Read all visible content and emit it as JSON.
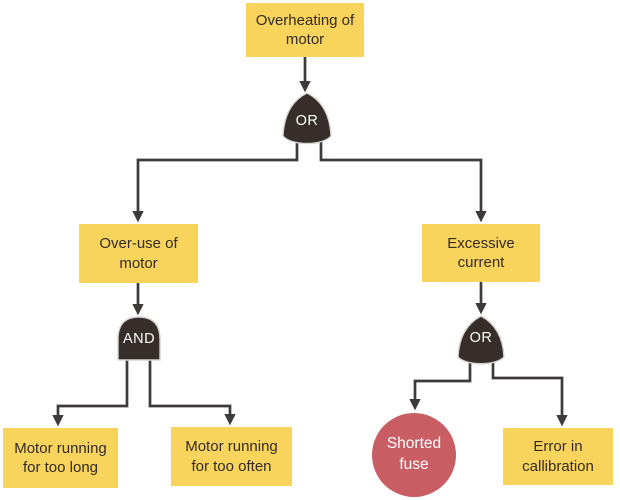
{
  "colors": {
    "background": "#ffffff",
    "event_box_fill": "#f9d45c",
    "event_box_text": "#332b28",
    "gate_fill": "#372e2c",
    "gate_outline": "#d8d4d0",
    "gate_text": "#ffffff",
    "basic_event_fill": "#c85e63",
    "basic_event_text": "#ffffff",
    "connector": "#3f3a3a"
  },
  "nodes": {
    "root": "Overheating of motor",
    "overuse": "Over-use of motor",
    "excessive": "Excessive current",
    "too_long": "Motor running for too long",
    "too_often": "Motor running for too often",
    "shorted_fuse": "Shorted fuse",
    "calibration": "Error in callibration"
  },
  "gates": {
    "top": "OR",
    "left": "AND",
    "right": "OR"
  },
  "structure": {
    "type": "fault-tree",
    "root": "Overheating of motor",
    "root_gate": "OR",
    "branches": [
      {
        "label": "Over-use of motor",
        "gate": "AND",
        "children": [
          "Motor running for too long",
          "Motor running for too often"
        ]
      },
      {
        "label": "Excessive current",
        "gate": "OR",
        "children": [
          "Shorted fuse",
          "Error in callibration"
        ]
      }
    ]
  }
}
